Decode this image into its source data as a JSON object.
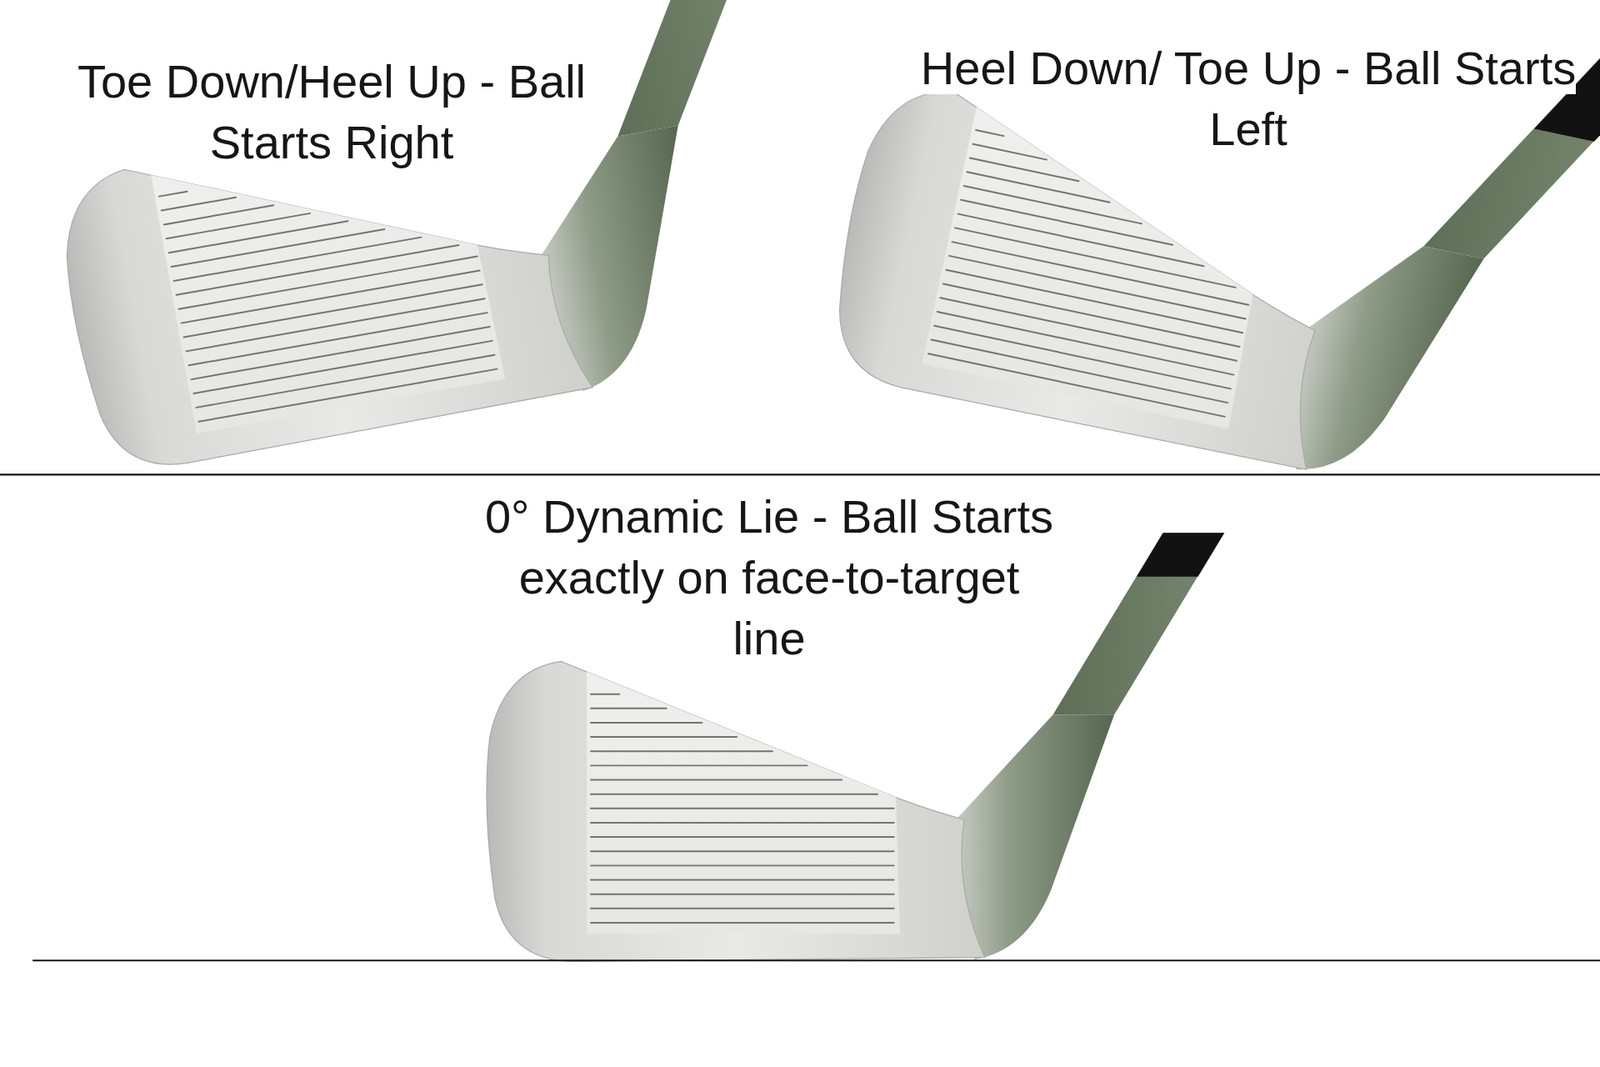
{
  "diagram": {
    "labels": [
      "Toe Down/Heel Up - Ball Starts Right",
      "Heel Down/ Toe Up - Ball Starts Left",
      "0° Dynamic Lie - Ball Starts exactly on face-to-target line"
    ]
  }
}
